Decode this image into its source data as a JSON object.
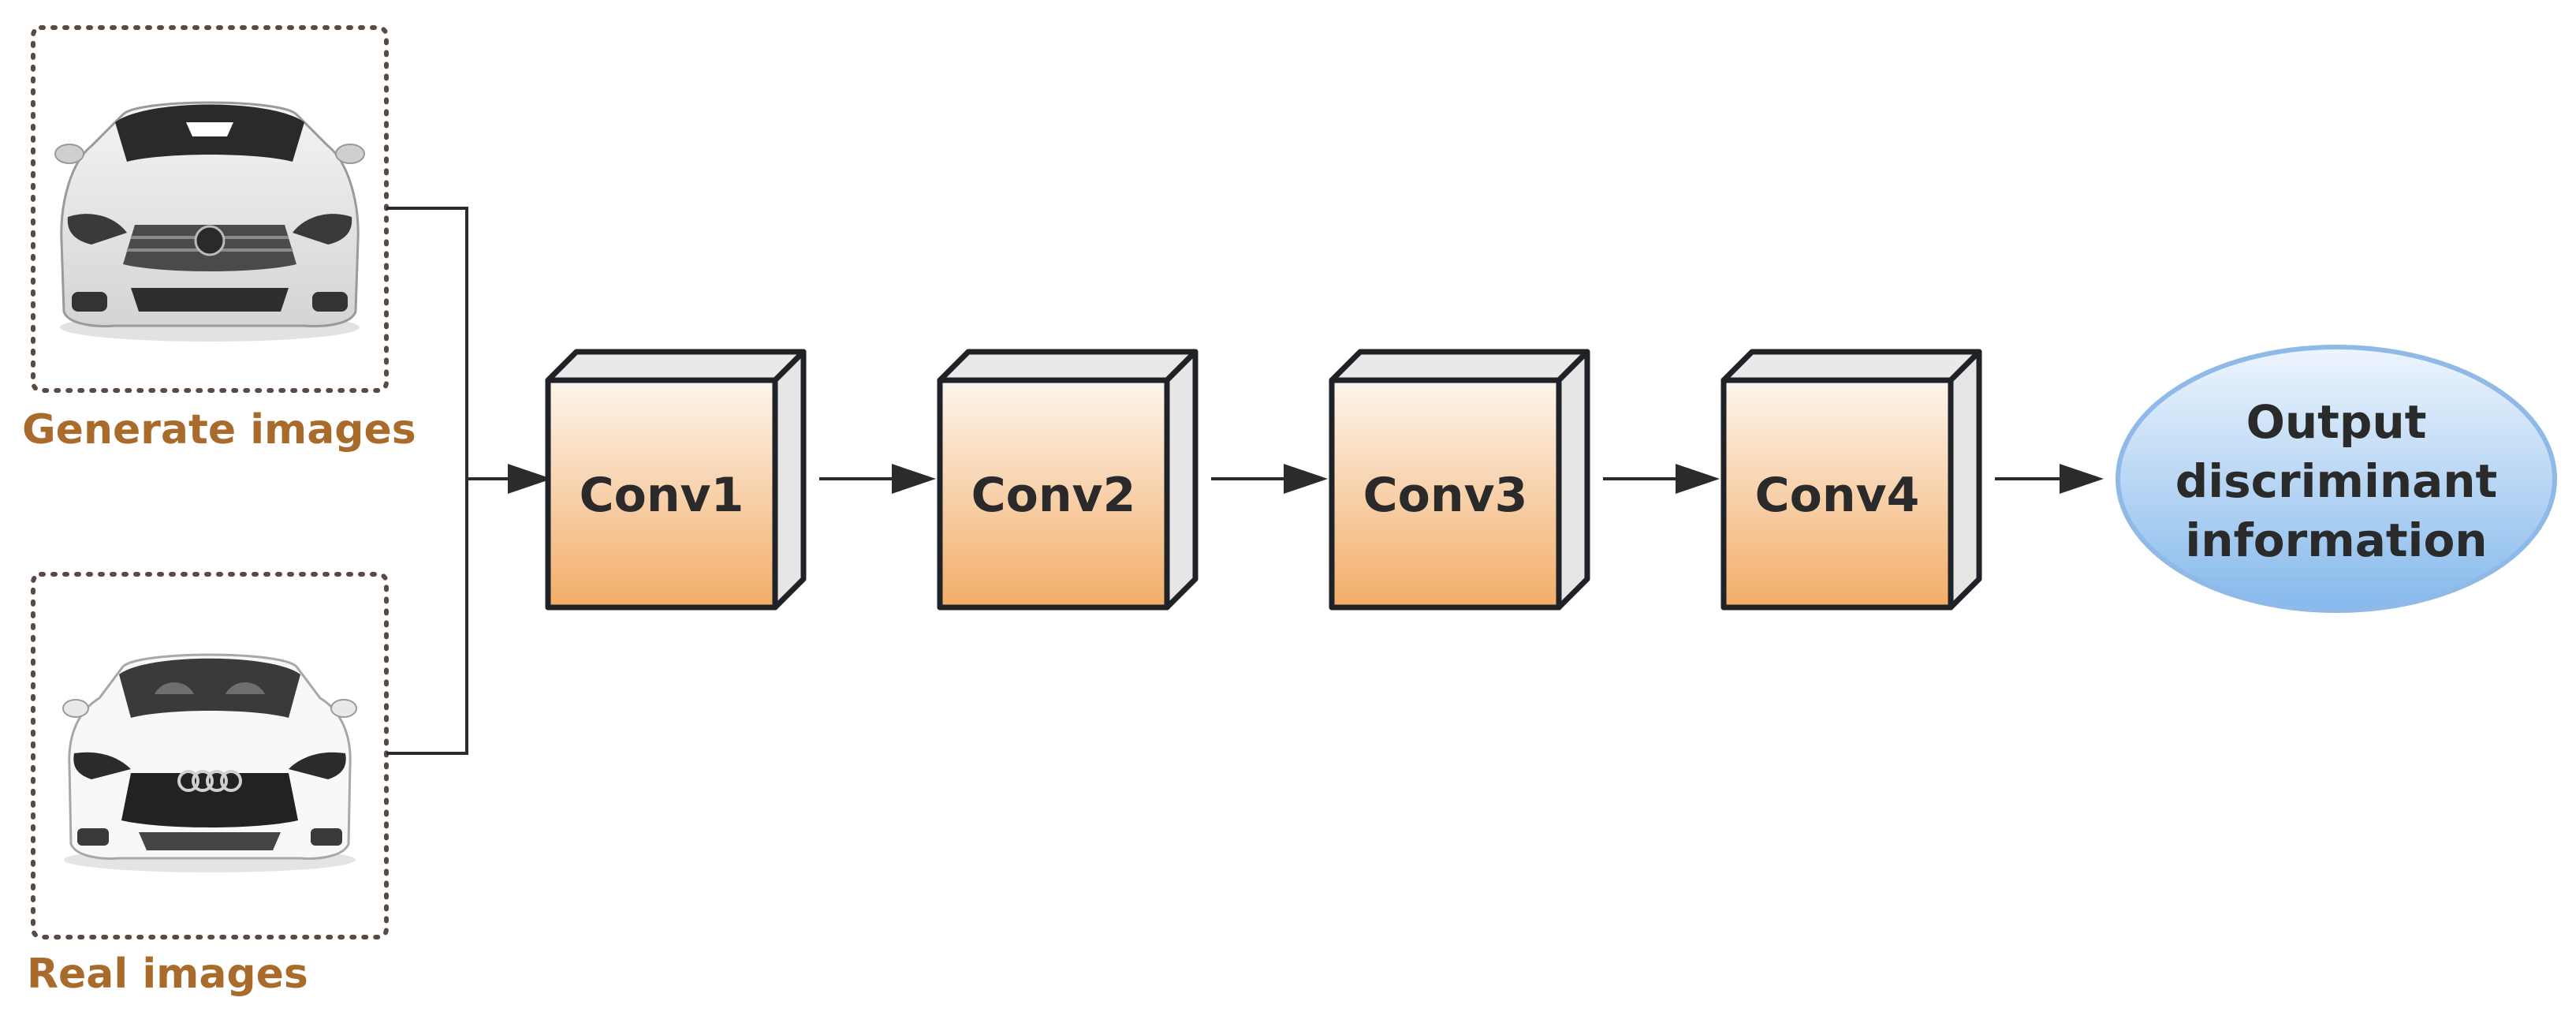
{
  "inputs": [
    {
      "id": "generated",
      "label": "Generate images",
      "icon": "generated-car-image"
    },
    {
      "id": "real",
      "label": "Real images",
      "icon": "real-car-image"
    }
  ],
  "layers": [
    {
      "label": "Conv1"
    },
    {
      "label": "Conv2"
    },
    {
      "label": "Conv3"
    },
    {
      "label": "Conv4"
    }
  ],
  "output": {
    "lines": [
      "Output",
      "discriminant",
      "information"
    ]
  },
  "colors": {
    "input_label": "#a96b2c",
    "box_top": "#fdf5ee",
    "box_bottom": "#f2ad68",
    "box_side": "#e6e6e6",
    "box_stroke": "#1f2226",
    "ellipse_top": "#eef5fd",
    "ellipse_bottom": "#86b9ec",
    "ellipse_stroke": "#8fb9e6",
    "arrow": "#2b2b2b",
    "dotted_border": "#5a4a42"
  }
}
